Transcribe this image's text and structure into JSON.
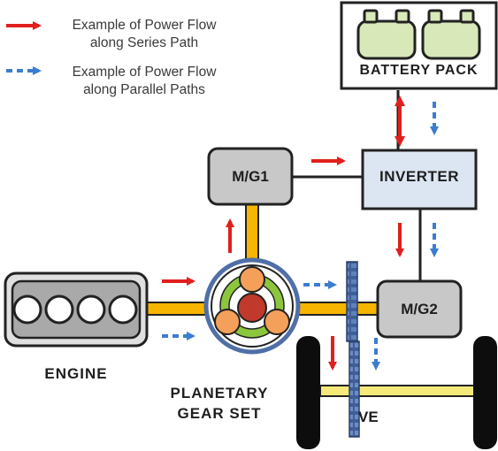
{
  "legend": {
    "series": {
      "line1": "Example of Power Flow",
      "line2": "along Series Path",
      "color": "#e0201e"
    },
    "parallel": {
      "line1": "Example of Power Flow",
      "line2": "along Parallel Paths",
      "color": "#3b7dd0"
    }
  },
  "blocks": {
    "battery": "BATTERY PACK",
    "inverter": "INVERTER",
    "mg1": "M/G1",
    "mg2": "M/G2",
    "engine": "ENGINE",
    "planetary_line1": "PLANETARY",
    "planetary_line2": "GEAR SET",
    "vehicle_partial": "VE"
  },
  "colors": {
    "shaft": "#f7b500",
    "box_gray": "#c8c8c8",
    "inverter_fill": "#dce6f2",
    "battery_cell": "#d8e8b8",
    "gear_blue": "#4f6fa6",
    "sun_gear": "#c0392b",
    "planet_gear": "#f5a05a",
    "ring_green": "#8cc63f"
  }
}
